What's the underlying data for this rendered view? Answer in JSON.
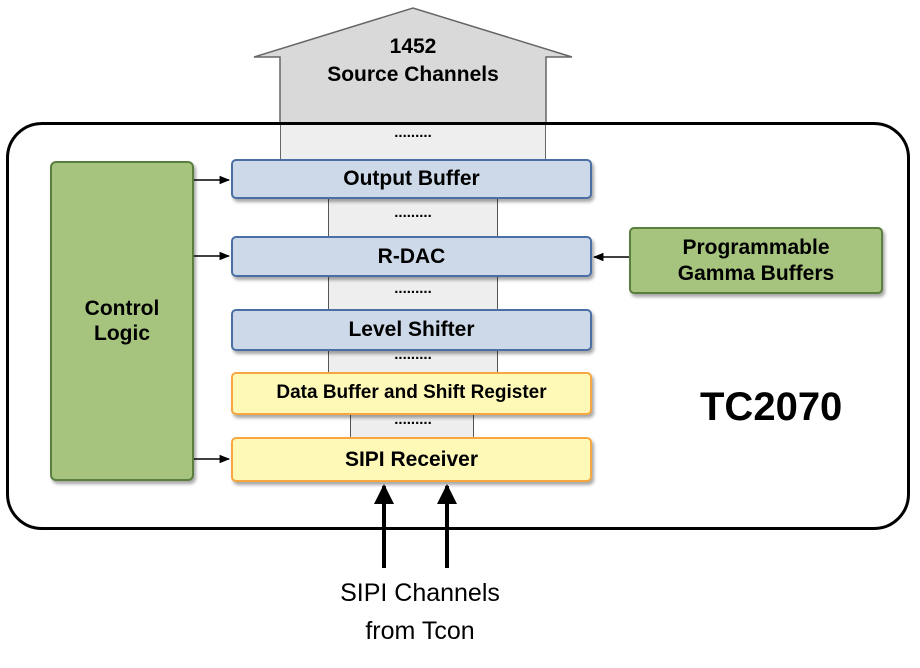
{
  "output_arrow": {
    "line1": "1452",
    "line2": "Source Channels"
  },
  "bus_dots": ".........",
  "blocks": {
    "output_buffer": "Output Buffer",
    "r_dac": "R-DAC",
    "level_shifter": "Level Shifter",
    "data_buffer": "Data Buffer and Shift Register",
    "sipi_receiver": "SIPI Receiver",
    "control_logic": "Control Logic",
    "gamma_buffers": "Programmable Gamma Buffers"
  },
  "chip_name": "TC2070",
  "input_label": {
    "line1": "SIPI Channels",
    "line2": "from Tcon"
  },
  "colors": {
    "blue_fill": "#cdd9e9",
    "blue_border": "#4a6fa5",
    "yellow_fill": "#fff9b8",
    "yellow_border": "#f7a740",
    "green_fill": "#a6c47e",
    "green_border": "#5a7f3e",
    "output_arrow_fill": "#d9d9d9"
  }
}
